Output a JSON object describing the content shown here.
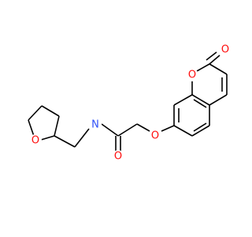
{
  "molecule": {
    "atoms": [
      {
        "id": "o_ring_thf",
        "label": "O",
        "color": "#ff0d0d"
      },
      {
        "id": "n_amide",
        "label": "N",
        "color": "#3050f8"
      },
      {
        "id": "o_carbonyl_amide",
        "label": "O",
        "color": "#ff0d0d"
      },
      {
        "id": "o_ether",
        "label": "O",
        "color": "#ff0d0d"
      },
      {
        "id": "o_ring_lactone",
        "label": "O",
        "color": "#ff0d0d"
      },
      {
        "id": "o_carbonyl_lactone",
        "label": "O",
        "color": "#ff0d0d"
      }
    ],
    "colors": {
      "bond": "#000000",
      "oxygen": "#ff0d0d",
      "nitrogen": "#3050f8",
      "background": "#ffffff"
    }
  }
}
